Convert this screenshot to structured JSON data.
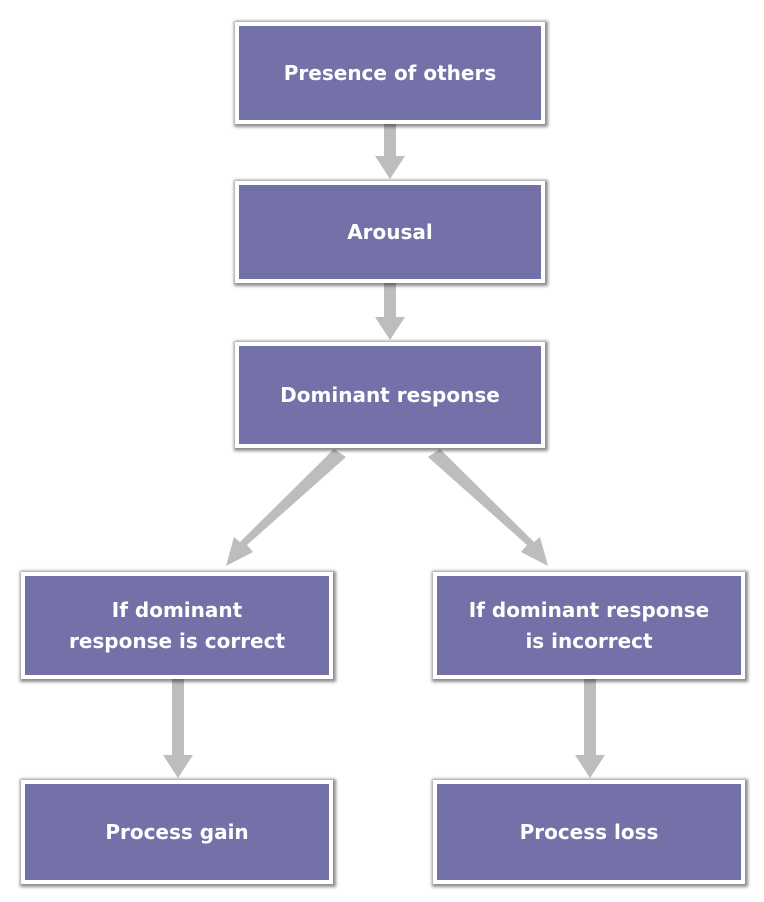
{
  "colors": {
    "box_fill": "#7470a8",
    "box_border": "#ffffff",
    "box_text": "#ffffff",
    "arrow": "#bdbdbd"
  },
  "nodes": {
    "presence": "Presence of others",
    "arousal": "Arousal",
    "dominant": "Dominant response",
    "correct": "If dominant response is correct",
    "incorrect": "If dominant response is incorrect",
    "gain": "Process gain",
    "loss": "Process loss"
  },
  "edges": [
    [
      "presence",
      "arousal"
    ],
    [
      "arousal",
      "dominant"
    ],
    [
      "dominant",
      "correct"
    ],
    [
      "dominant",
      "incorrect"
    ],
    [
      "correct",
      "gain"
    ],
    [
      "incorrect",
      "loss"
    ]
  ]
}
